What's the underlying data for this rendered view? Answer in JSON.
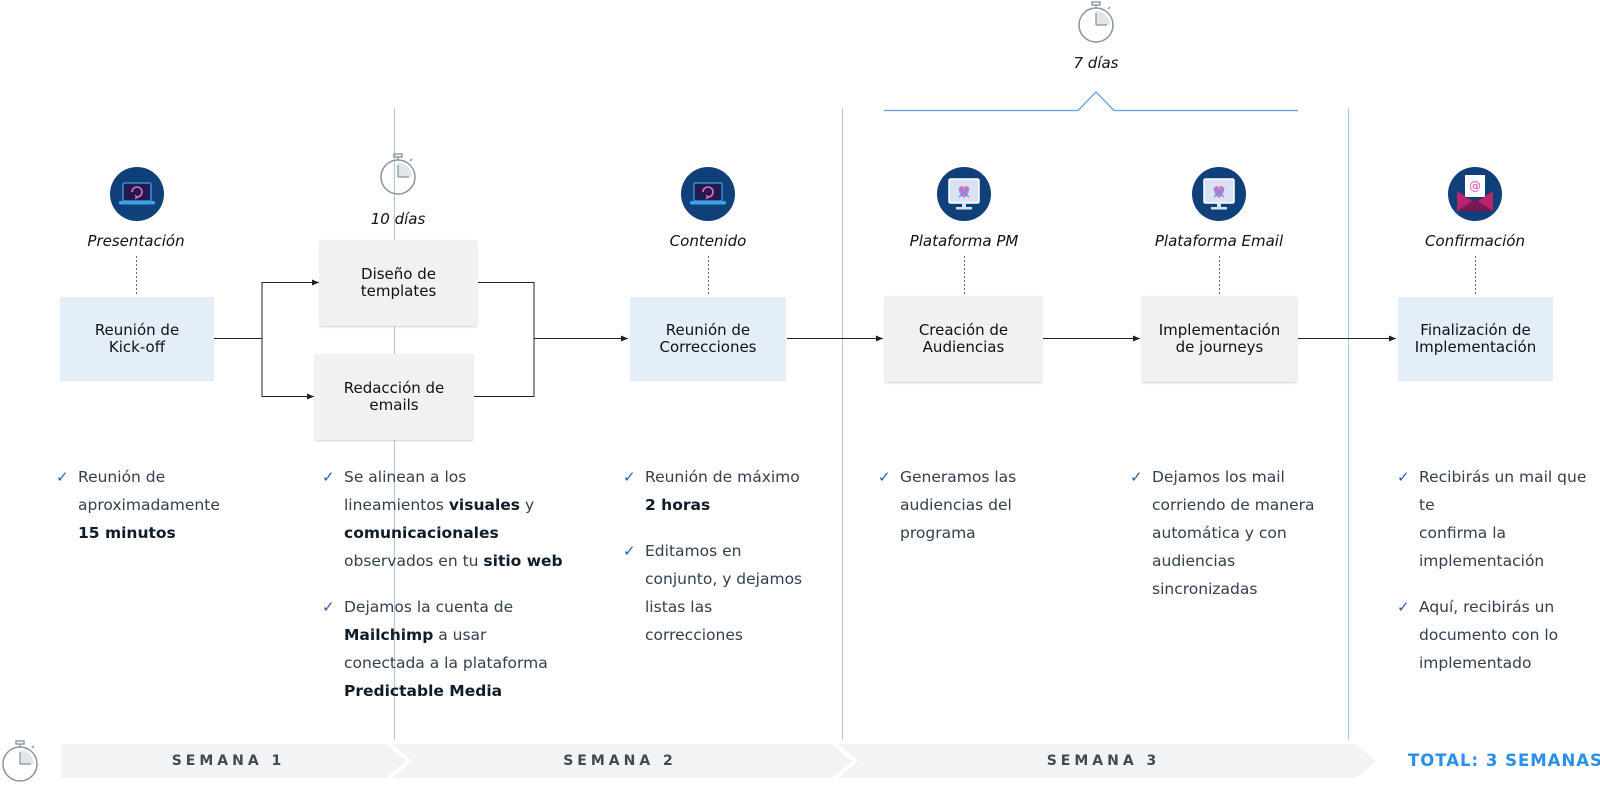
{
  "timers": [
    {
      "duration": "7 días"
    },
    {
      "duration": "10 días"
    }
  ],
  "phases": [
    {
      "caption": "Presentación",
      "icon": "laptop-refresh-icon",
      "step": "Reunión de\nKick-off",
      "bullets": [
        [
          {
            "t": "Reunión de\naproximadamente\n"
          },
          {
            "t": "15 minutos",
            "b": true
          }
        ]
      ]
    },
    {
      "caption": "",
      "icon": "",
      "steps": [
        "Diseño de\ntemplates",
        "Redacción de\nemails"
      ],
      "bullets": [
        [
          {
            "t": "Se alinean a los\nlineamientos "
          },
          {
            "t": "visuales",
            "b": true
          },
          {
            "t": " y\n"
          },
          {
            "t": "comunicacionales",
            "b": true
          },
          {
            "t": "\nobservados en tu "
          },
          {
            "t": "sitio web",
            "b": true
          }
        ],
        [
          {
            "t": "Dejamos la cuenta de\n"
          },
          {
            "t": "Mailchimp",
            "b": true
          },
          {
            "t": " a usar\nconectada a la plataforma\n"
          },
          {
            "t": "Predictable Media",
            "b": true
          }
        ]
      ]
    },
    {
      "caption": "Contenido",
      "icon": "laptop-refresh-icon",
      "step": "Reunión de\nCorrecciones",
      "bullets": [
        [
          {
            "t": "Reunión de máximo\n"
          },
          {
            "t": "2 horas",
            "b": true
          }
        ],
        [
          {
            "t": "Editamos en\nconjunto, y dejamos\nlistas las\ncorrecciones"
          }
        ]
      ]
    },
    {
      "caption": "Plataforma PM",
      "icon": "monitor-heart-icon",
      "step": "Creación de\nAudiencias",
      "bullets": [
        [
          {
            "t": "Generamos las\naudiencias del\nprograma"
          }
        ]
      ]
    },
    {
      "caption": "Plataforma Email",
      "icon": "monitor-heart-icon",
      "step": "Implementación\nde journeys",
      "bullets": [
        [
          {
            "t": "Dejamos los mail\ncorriendo de manera\nautomática y con\naudiencias\nsincronizadas"
          }
        ]
      ]
    },
    {
      "caption": "Confirmación",
      "icon": "envelope-at-icon",
      "step": "Finalización de\nImplementación",
      "bullets": [
        [
          {
            "t": "Recibirás un mail que te\nconfirma la\nimplementación"
          }
        ],
        [
          {
            "t": "Aquí, recibirás un\ndocumento con lo\nimplementado"
          }
        ]
      ]
    }
  ],
  "weeks": [
    "SEMANA 1",
    "SEMANA 2",
    "SEMANA 3"
  ],
  "total": "TOTAL: 3 SEMANAS",
  "colors": {
    "accent": "#2a8fe8",
    "icon_bg": "#10407a",
    "check": "#2b5fae",
    "step_blue": "#e3eef9",
    "step_gray": "#f1f1f1",
    "week_band": "#f2f3f4"
  }
}
